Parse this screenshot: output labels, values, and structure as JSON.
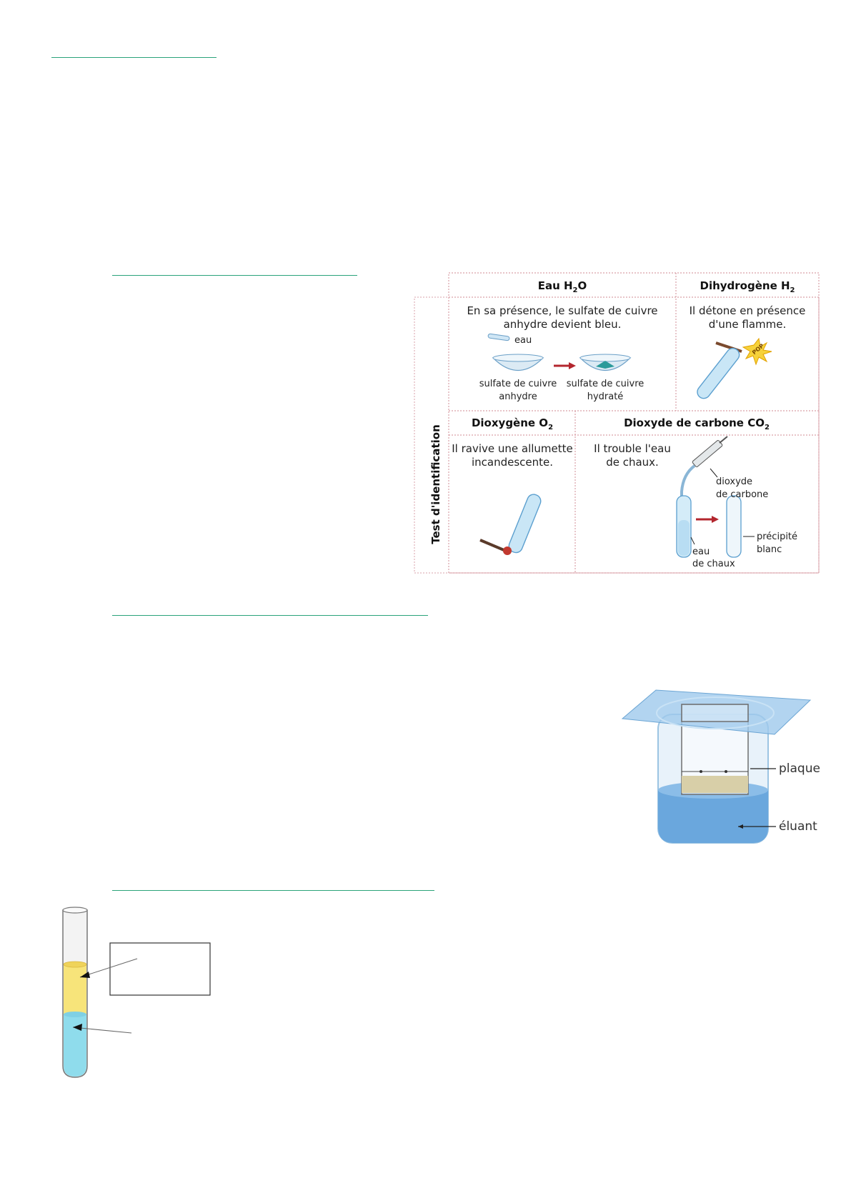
{
  "identification_table": {
    "side_header": "Test d'identification",
    "water": {
      "title": "Eau H",
      "title_sub": "2",
      "title_end": "O",
      "line1": "En sa présence, le sulfate de cuivre",
      "line2": "anhydre devient bleu.",
      "label_water": "eau",
      "label_anhydrous_1": "sulfate de cuivre",
      "label_anhydrous_2": "anhydre",
      "label_hydrated_1": "sulfate de cuivre",
      "label_hydrated_2": "hydraté"
    },
    "hydrogen": {
      "title": "Dihydrogène H",
      "title_sub": "2",
      "line1": "Il détone en présence",
      "line2": "d'une flamme.",
      "pop": "POP"
    },
    "oxygen": {
      "title": "Dioxygène O",
      "title_sub": "2",
      "line1": "Il ravive une allumette",
      "line2": "incandescente."
    },
    "carbon_dioxide": {
      "title": "Dioxyde de carbone CO",
      "title_sub": "2",
      "line1": "Il trouble l'eau",
      "line2": "de chaux.",
      "label_co2_1": "dioxyde",
      "label_co2_2": "de carbone",
      "label_lime_1": "eau",
      "label_lime_2": "de chaux",
      "label_precip_1": "précipité",
      "label_precip_2": "blanc"
    }
  },
  "chromatography": {
    "label_plate": "plaque",
    "label_eluent": "éluant"
  },
  "colors": {
    "rule": "#2aa37a",
    "glass": "#a9d4ef",
    "glass_edge": "#5b9fcf",
    "arrow_red": "#b3262e",
    "organic_phase": "#f7e47a",
    "aqueous_phase": "#8fdcec",
    "eluent": "#6aa7dd"
  }
}
